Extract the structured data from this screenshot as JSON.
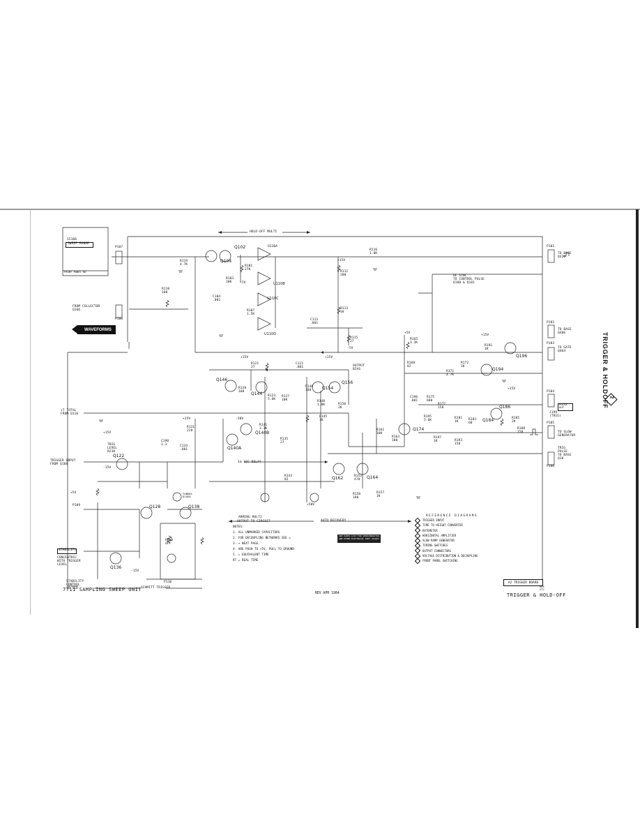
{
  "title": {
    "side": "TRIGGER & HOLDOFF",
    "diagram_number": "2",
    "bottom": "TRIGGER & HOLD-OFF",
    "bottom_number": "2",
    "bottom_ref": "605\n572",
    "sweep_unit": "7T11 SAMPLING SWEEP UNIT",
    "revision": "REV APR 1984",
    "board": "A2 TRIGGER BOARD"
  },
  "banners": {
    "waveforms": "WAVEFORMS",
    "hold_off_multi": "HOLD-OFF MULTI",
    "auto_recovery": "AUTO RECOVERY",
    "arming_multi": "ARMING MULTI",
    "output_circuit": "OUTPUT TO CIRCUIT"
  },
  "notes": {
    "header": "NOTES:",
    "items": [
      "1. ALL UNMARKED CAPACITORS",
      "2. FOR DECOUPLING NETWORKS SEE ◇",
      "3. ↔ NEXT PAGE.",
      "4. ARE PUSH TO +5V, PULL TO GROUND",
      "5. ▷ EQUIVALENT TIME",
      "   RT = REAL TIME"
    ],
    "dark_block": "SEE PARTS LIST FOR SEMICONDUCTOR AND OTHER ELECTRICAL PART VALUES"
  },
  "reference_diagrams": {
    "header": "REFERENCE DIAGRAMS",
    "items": [
      "TRIGGER INPUT",
      "TIME TO HEIGHT CONVERTER",
      "RATEMETER",
      "HORIZONTAL AMPLIFIER",
      "SLOW RAMP GENERATOR",
      "TIMING SWITCHES",
      "OUTPUT CONNECTORS",
      "VOLTAGE DISTRIBUTION & DECOUPLING",
      "FRONT PANEL SWITCHING"
    ]
  },
  "inputs": {
    "sweep_range": "SWEEP RANGE",
    "sweep_range_ref": "S5106",
    "from_collector": "FROM COLLECTOR\nQ166",
    "trigger_input": "TRIGGER INPUT\nFROM Q188",
    "stability": "STABILITY",
    "stability_note": "CONCENTRIC\nWITH TRIGGER\nLEVEL",
    "stability_control": "STABILITY\nCONTROL\nTO S18",
    "schmitt": "SCHMITT TRIGGER",
    "front_panel": "FRONT PANEL BD",
    "from_q116": "+T TOTAL\nFROM Q116",
    "time_input": "TRIG\nLEVEL\nR230"
  },
  "outputs": {
    "to_base_q320": "TO BASE\nQ320",
    "to_base_q406": "TO BASE\nQ406",
    "to_gate_q464": "TO GATE\nQ464",
    "pulse_out": "PULSE\nOUT",
    "to_slow": "TO SLOW\nGENERATOR",
    "to_base_q18": "TRIG\nPULSE\nTO BASE\nQ18",
    "j199": "J199\n(TRIG)",
    "hf_sync": "HF SYNC\nTO CONTROL PULSE\nQ180 & Q181",
    "output_bias": "OUTPUT\nBIAS"
  },
  "transistors": [
    "Q102",
    "Q104",
    "Q144",
    "Q146",
    "Q154",
    "Q156",
    "Q140A",
    "Q140B",
    "Q162",
    "Q164",
    "Q174",
    "Q184",
    "Q186",
    "Q194",
    "Q196",
    "Q122",
    "Q128",
    "Q138",
    "Q136"
  ],
  "ic": {
    "u110a": "U110A",
    "u110b": "U110B",
    "u110c": "U110C",
    "u110d": "U110D",
    "tunnel": "TUNNEL\nDIODE"
  },
  "components": {
    "r1": "R101\n27K",
    "r2": "R103\n10K",
    "r3": "C104\n.001",
    "r4": "R107\n1.5K",
    "r5": "R112\n200",
    "r6": "R113\n1K",
    "r7": "C113\n.001",
    "r8": "R115\n27",
    "r9": "R116\n1.8K",
    "r10": "R118\n100",
    "r11": "R119\n4.7K",
    "r12": "R121\n27",
    "r13": "C121\n.001",
    "r14": "R123\n5.6K",
    "r15": "R127\n10K",
    "r16": "R128\n100",
    "r17": "R131\n220",
    "r18": "C134\n.001",
    "r19": "R135\n27",
    "r20": "R141\n3.3K",
    "r21": "R143\n82",
    "r22": "R145\n1K",
    "r23": "R146\n180",
    "r24": "R148\n1.8K",
    "r25": "R150\n2K",
    "r26": "R152\n470",
    "r27": "R157\n1K",
    "r28": "R158\n180",
    "r29": "R161\n10K",
    "r30": "R163\n100",
    "r31": "R165\n3.3K",
    "r32": "R168\n82",
    "r33": "R171\n4.7K",
    "r34": "R172\n1K",
    "r35": "R175\n680",
    "r36": "R177\n150",
    "r37": "R181\n1K",
    "r38": "R183\n68",
    "r39": "R185\n2K",
    "r40": "R188\n150",
    "r41": "R191\n1K",
    "r42": "R193\n150",
    "r43": "R195\n5.6K",
    "r44": "R197\n1K",
    "r45": "C190\n3.3",
    "r46": "C196\n.001",
    "hold": "HOLD\nOFF",
    "one_sec": "1m SEC DELAY",
    "supplies": [
      "+5V",
      "-5V",
      "+15V",
      "-15V",
      "-50V",
      "+50V"
    ]
  },
  "connectors": [
    "P101",
    "P102",
    "P103",
    "P104",
    "P105",
    "P106",
    "P107",
    "P108",
    "P109",
    "P110"
  ]
}
